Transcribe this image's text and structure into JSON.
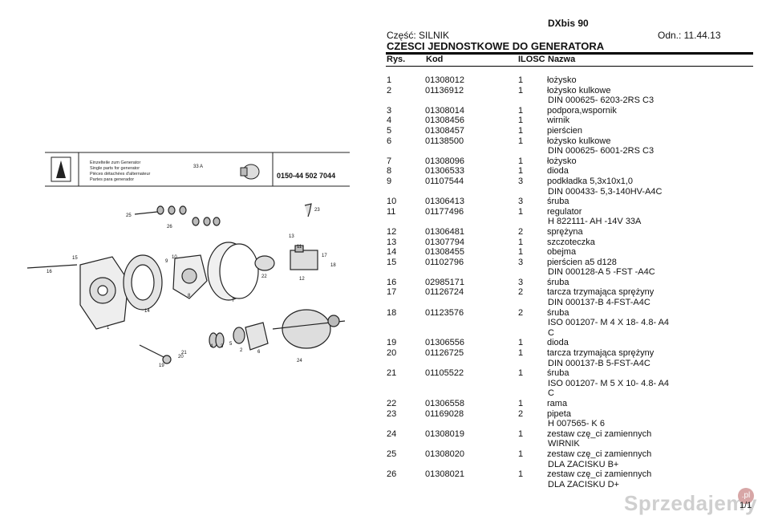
{
  "header": {
    "model": "DXbis 90",
    "czesc": "Część: SILNIK",
    "odn": "Odn.: 11.44.13",
    "title": "CZESCI JEDNOSTKOWE DO GENERATORA",
    "col_rys": "Rys.",
    "col_kod": "Kod",
    "col_ilosc": "ILOSC",
    "col_nazwa": "Nazwa"
  },
  "rows": [
    {
      "rys": "1",
      "kod": "01308012",
      "ilosc": "1",
      "nazwa": [
        "łożysko"
      ]
    },
    {
      "rys": "2",
      "kod": "01136912",
      "ilosc": "1",
      "nazwa": [
        "łożysko kulkowe",
        "DIN 000625- 6203-2RS C3"
      ]
    },
    {
      "rys": "3",
      "kod": "01308014",
      "ilosc": "1",
      "nazwa": [
        "podpora,wspornik"
      ]
    },
    {
      "rys": "4",
      "kod": "01308456",
      "ilosc": "1",
      "nazwa": [
        "wirnik"
      ]
    },
    {
      "rys": "5",
      "kod": "01308457",
      "ilosc": "1",
      "nazwa": [
        "pierścien"
      ]
    },
    {
      "rys": "6",
      "kod": "01138500",
      "ilosc": "1",
      "nazwa": [
        "łożysko kulkowe",
        "DIN 000625- 6001-2RS C3"
      ]
    },
    {
      "rys": "7",
      "kod": "01308096",
      "ilosc": "1",
      "nazwa": [
        "łożysko"
      ]
    },
    {
      "rys": "8",
      "kod": "01306533",
      "ilosc": "1",
      "nazwa": [
        "dioda"
      ]
    },
    {
      "rys": "9",
      "kod": "01107544",
      "ilosc": "3",
      "nazwa": [
        "podkładka 5,3x10x1,0",
        "DIN 000433- 5,3-140HV-A4C"
      ]
    },
    {
      "rys": "10",
      "kod": "01306413",
      "ilosc": "3",
      "nazwa": [
        "śruba"
      ]
    },
    {
      "rys": "11",
      "kod": "01177496",
      "ilosc": "1",
      "nazwa": [
        "regulator",
        "H 822111- AH -14V 33A"
      ]
    },
    {
      "rys": "12",
      "kod": "01306481",
      "ilosc": "2",
      "nazwa": [
        "sprężyna"
      ]
    },
    {
      "rys": "13",
      "kod": "01307794",
      "ilosc": "1",
      "nazwa": [
        "szczoteczka"
      ]
    },
    {
      "rys": "14",
      "kod": "01308455",
      "ilosc": "1",
      "nazwa": [
        "obejma"
      ]
    },
    {
      "rys": "15",
      "kod": "01102796",
      "ilosc": "3",
      "nazwa": [
        "pierścien a5 d128",
        "DIN 000128-A 5 -FST -A4C"
      ]
    },
    {
      "rys": "16",
      "kod": "02985171",
      "ilosc": "3",
      "nazwa": [
        "śruba"
      ]
    },
    {
      "rys": "17",
      "kod": "01126724",
      "ilosc": "2",
      "nazwa": [
        "tarcza trzymająca sprężyny",
        "DIN 000137-B 4-FST-A4C"
      ]
    },
    {
      "rys": "18",
      "kod": "01123576",
      "ilosc": "2",
      "nazwa": [
        "śruba",
        "ISO 001207- M 4 X 18- 4.8- A4",
        "C"
      ]
    },
    {
      "rys": "19",
      "kod": "01306556",
      "ilosc": "1",
      "nazwa": [
        "dioda"
      ]
    },
    {
      "rys": "20",
      "kod": "01126725",
      "ilosc": "1",
      "nazwa": [
        "tarcza trzymająca sprężyny",
        "DIN 000137-B 5-FST-A4C"
      ]
    },
    {
      "rys": "21",
      "kod": "01105522",
      "ilosc": "1",
      "nazwa": [
        "śruba",
        "ISO 001207- M 5 X 10- 4.8- A4",
        "C"
      ]
    },
    {
      "rys": "22",
      "kod": "01306558",
      "ilosc": "1",
      "nazwa": [
        "rama"
      ]
    },
    {
      "rys": "23",
      "kod": "01169028",
      "ilosc": "2",
      "nazwa": [
        "pipeta",
        "H 007565- K 6"
      ]
    },
    {
      "rys": "24",
      "kod": "01308019",
      "ilosc": "1",
      "nazwa": [
        "zestaw czę_ci zamiennych",
        "WIRNIK"
      ]
    },
    {
      "rys": "25",
      "kod": "01308020",
      "ilosc": "1",
      "nazwa": [
        "zestaw czę_ci zamiennych",
        "DLA ZACISKU B+"
      ]
    },
    {
      "rys": "26",
      "kod": "01308021",
      "ilosc": "1",
      "nazwa": [
        "zestaw czę_ci zamiennych",
        "DLA ZACISKU D+"
      ]
    }
  ],
  "drawing": {
    "header_lines": [
      "Einzelteile zum Generator",
      "Single parts for generator",
      "Pièces détachées d'alternateur",
      "Partes para generador"
    ],
    "header_num": "33 A",
    "code": "0150-44 502 7044",
    "part_labels": [
      "1",
      "2",
      "3",
      "4",
      "5",
      "6",
      "7",
      "8",
      "9",
      "10",
      "11",
      "12",
      "13",
      "14",
      "15",
      "16",
      "17",
      "18",
      "19",
      "20",
      "21",
      "22",
      "23",
      "24",
      "25",
      "26"
    ]
  },
  "footer": {
    "page": "1/1",
    "watermark": "Sprzedajemy",
    "watermark_badge": ".pl"
  }
}
